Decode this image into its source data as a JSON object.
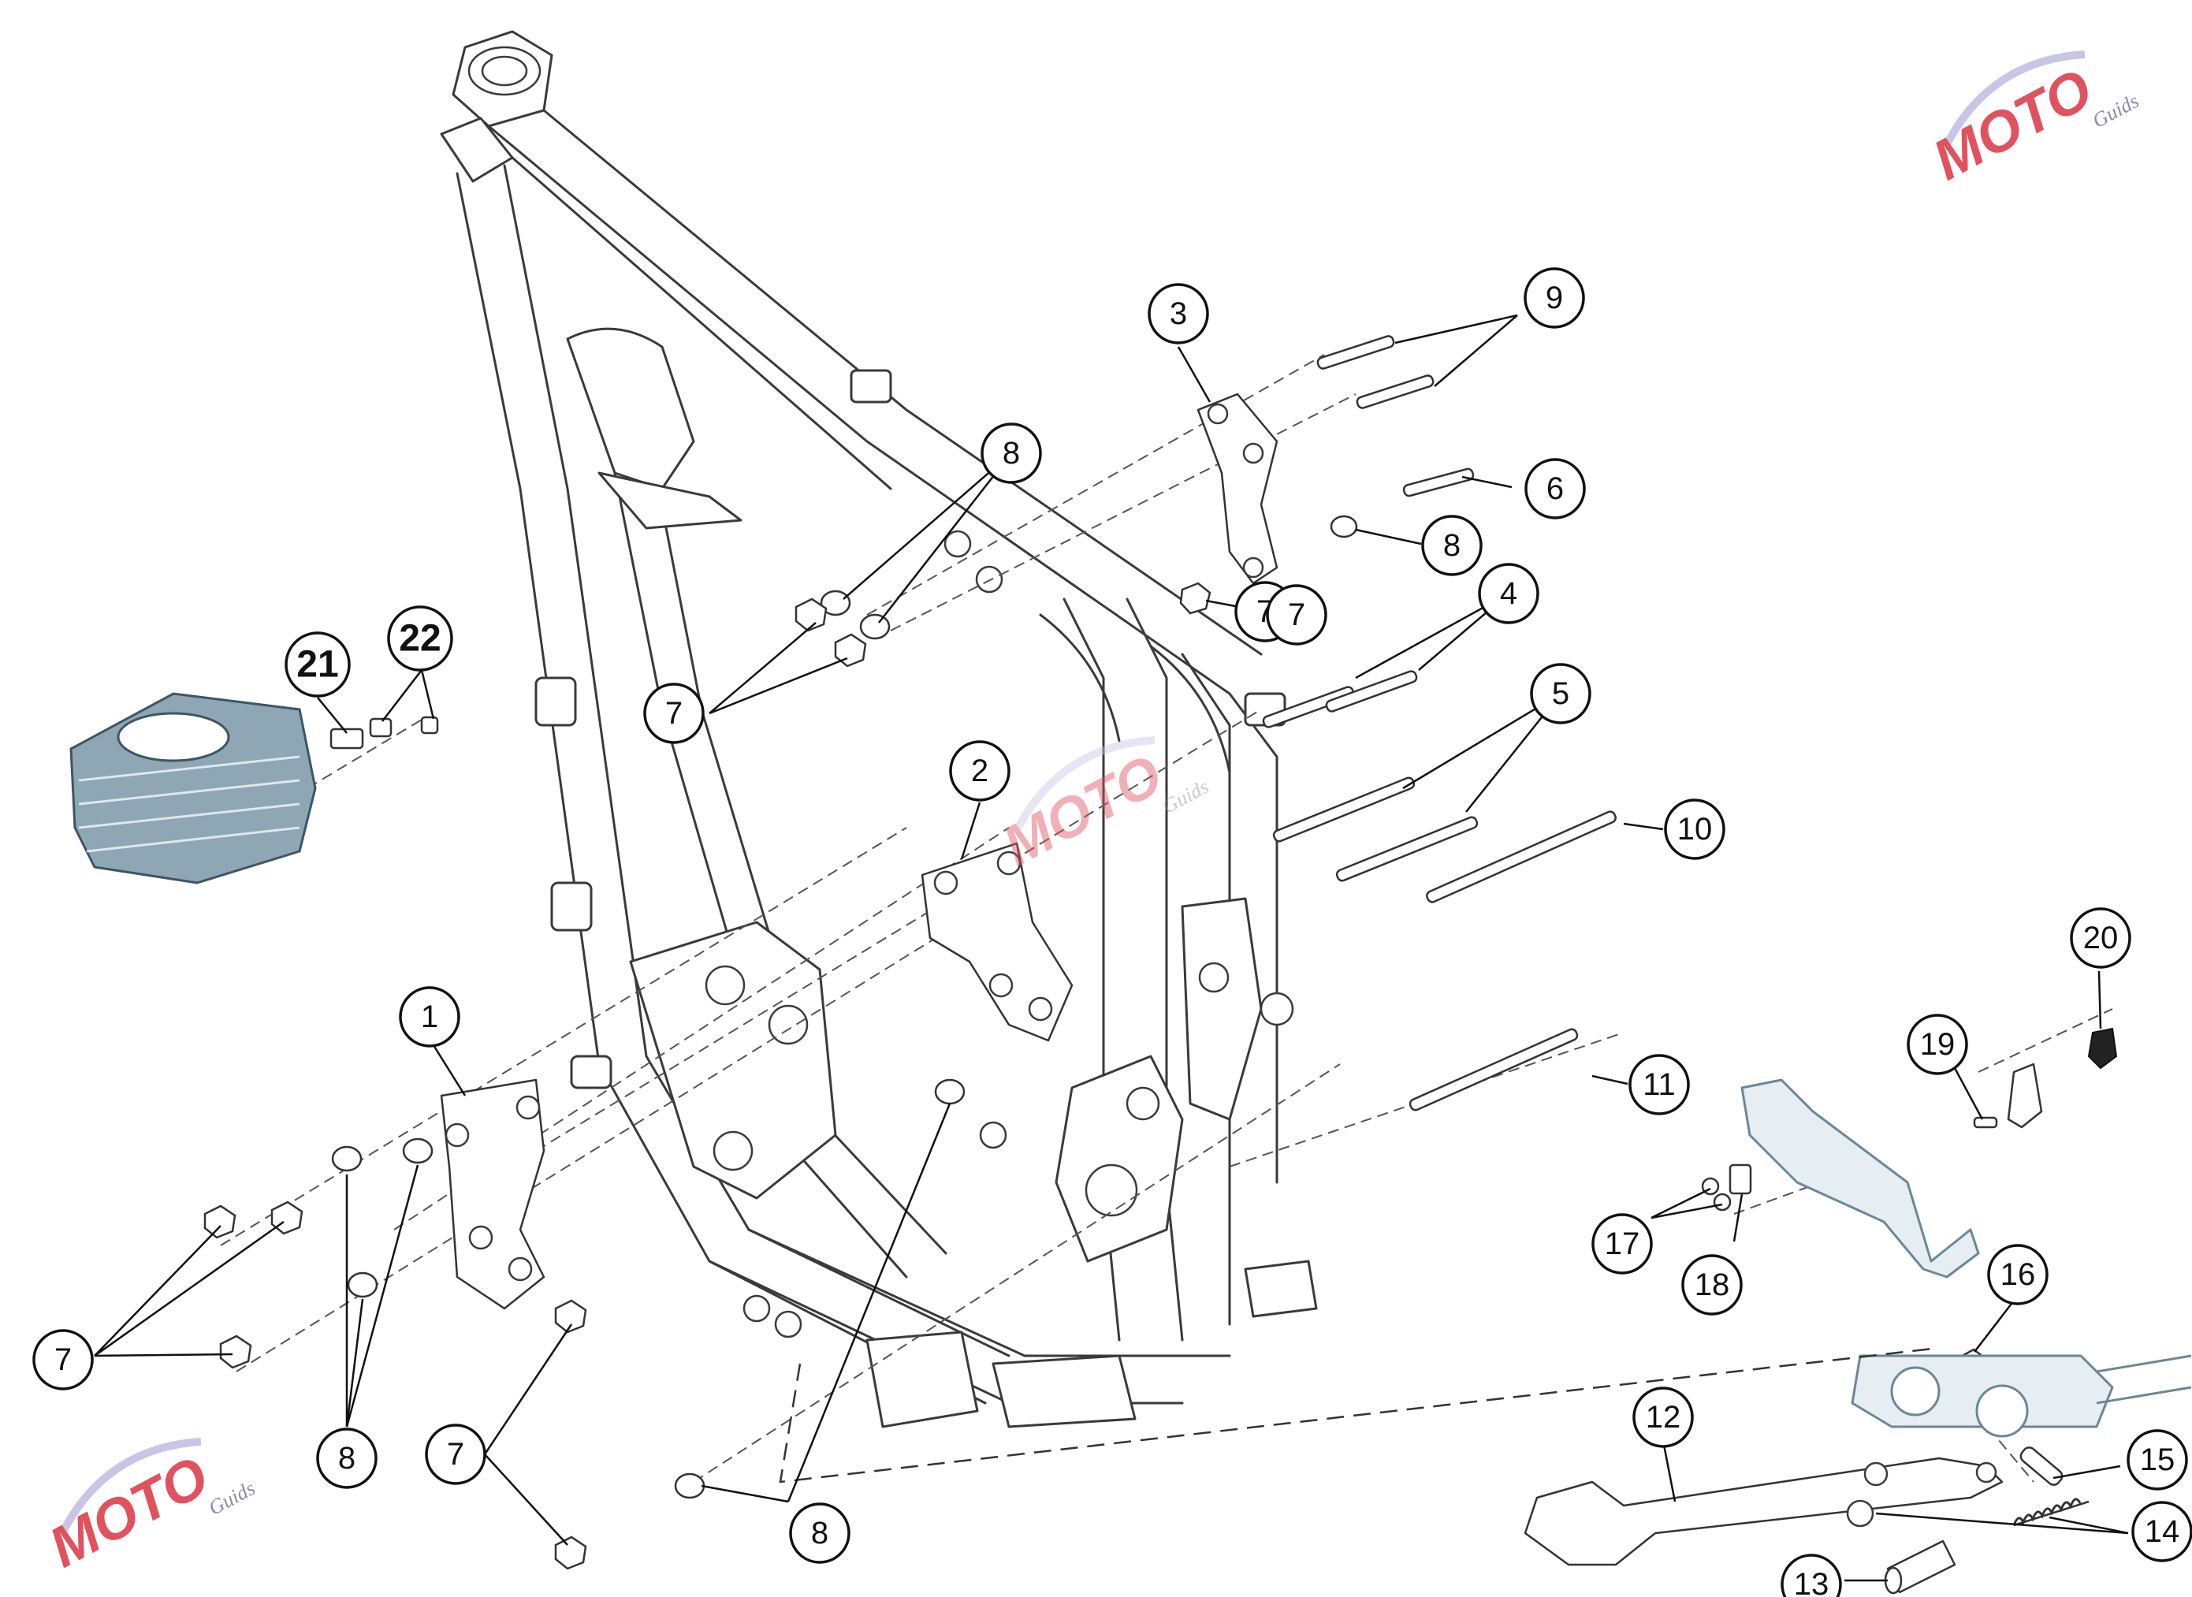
{
  "callouts": [
    {
      "label": "1"
    },
    {
      "label": "2"
    },
    {
      "label": "3"
    },
    {
      "label": "4"
    },
    {
      "label": "5"
    },
    {
      "label": "6"
    },
    {
      "label": "7"
    },
    {
      "label": "7"
    },
    {
      "label": "7"
    },
    {
      "label": "7"
    },
    {
      "label": "7"
    },
    {
      "label": "8"
    },
    {
      "label": "8"
    },
    {
      "label": "8"
    },
    {
      "label": "8"
    },
    {
      "label": "9"
    },
    {
      "label": "10"
    },
    {
      "label": "11"
    },
    {
      "label": "12"
    },
    {
      "label": "13"
    },
    {
      "label": "14"
    },
    {
      "label": "15"
    },
    {
      "label": "16"
    },
    {
      "label": "17"
    },
    {
      "label": "18"
    },
    {
      "label": "19"
    },
    {
      "label": "20"
    },
    {
      "label": "21"
    },
    {
      "label": "22"
    }
  ],
  "watermark": {
    "brand": "MOTO",
    "sub": "Guids"
  },
  "colors": {
    "line": "#3a3a3a",
    "ghost": "#6c8797",
    "cylinder": "#8fa6b5",
    "watermark_red": "#e0525e",
    "watermark_gray": "#8a8aa8"
  }
}
